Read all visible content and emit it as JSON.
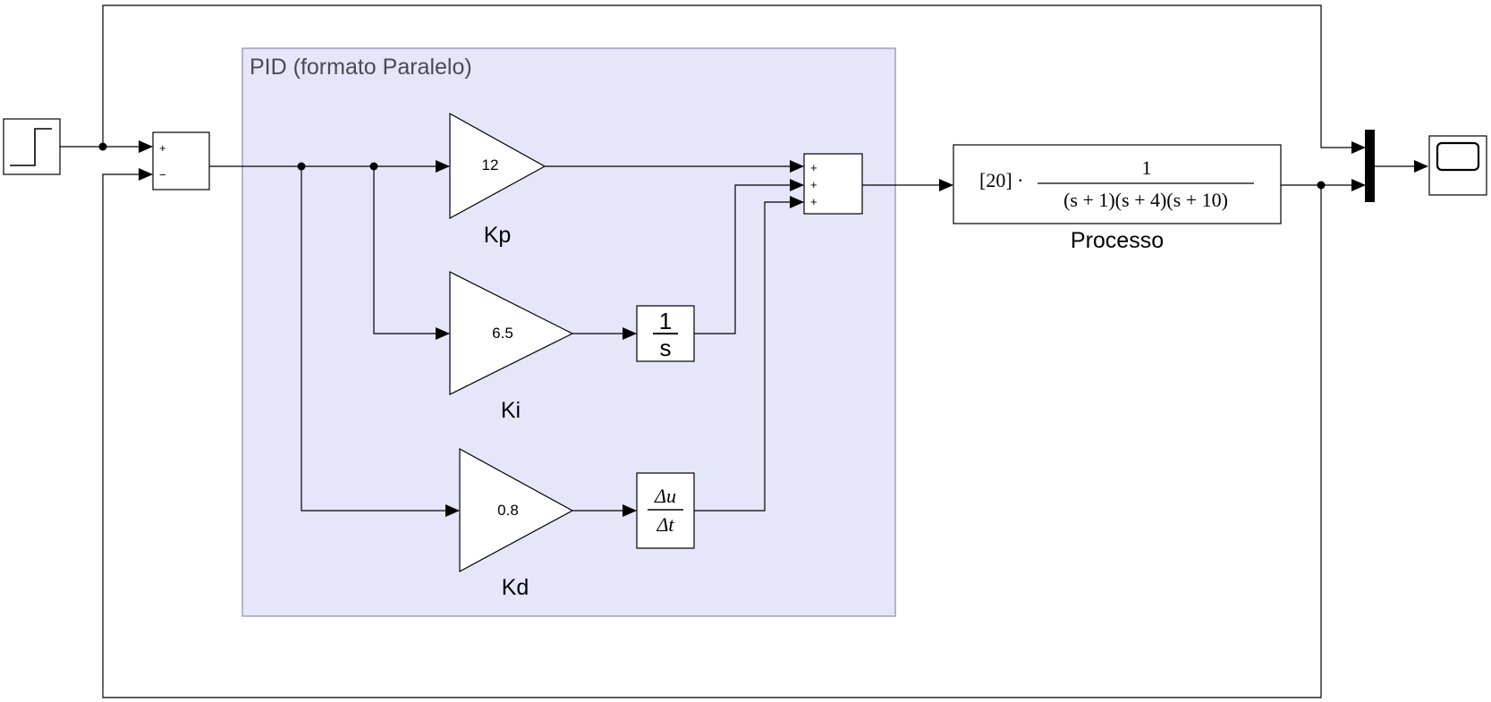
{
  "subsystem": {
    "title": "PID (formato Paralelo)"
  },
  "sum_error": {
    "signs": [
      "+",
      "−"
    ]
  },
  "gains": {
    "kp": {
      "value": "12",
      "label": "Kp"
    },
    "ki": {
      "value": "6.5",
      "label": "Ki"
    },
    "kd": {
      "value": "0.8",
      "label": "Kd"
    }
  },
  "integrator": {
    "num": "1",
    "den": "s"
  },
  "derivative": {
    "num": "Δu",
    "den": "Δt"
  },
  "sum_pid": {
    "signs": [
      "+",
      "+",
      "+"
    ]
  },
  "process": {
    "gain": "[20] ·",
    "num": "1",
    "den": "(s + 1)(s + 4)(s + 10)",
    "label": "Processo"
  },
  "icons": [
    "step-icon",
    "scope-icon",
    "mux-bar"
  ],
  "colors": {
    "subsystem_fill": "#e6e6fa",
    "subsystem_border": "#8a8ab0",
    "line": "#000000"
  }
}
